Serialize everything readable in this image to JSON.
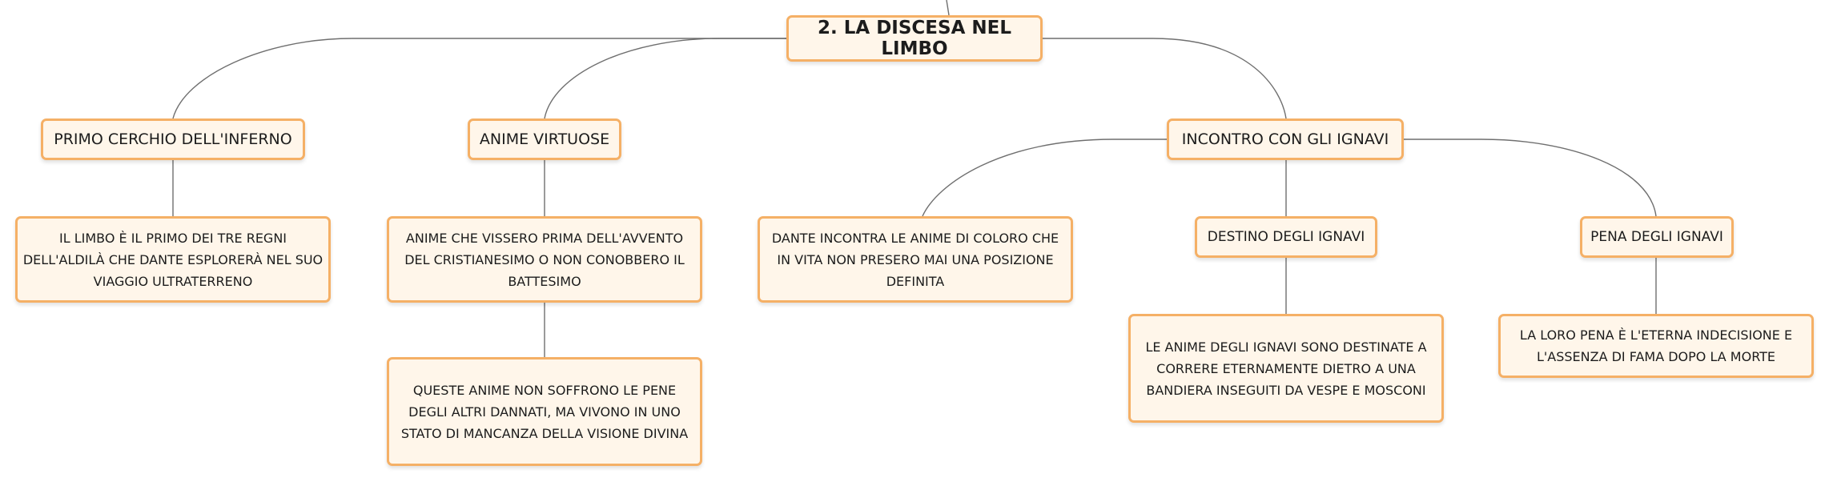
{
  "mindmap": {
    "root": {
      "label": "2. LA DISCESA NEL LIMBO"
    },
    "branches": [
      {
        "label": "PRIMO CERCHIO DELL'INFERNO",
        "children": [
          {
            "label": "IL LIMBO È IL PRIMO DEI TRE REGNI DELL'ALDILÀ CHE DANTE ESPLORERÀ NEL SUO VIAGGIO ULTRATERRENO"
          }
        ]
      },
      {
        "label": "ANIME VIRTUOSE",
        "children": [
          {
            "label": "ANIME CHE VISSERO PRIMA DELL'AVVENTO DEL CRISTIANESIMO O NON CONOBBERO IL BATTESIMO"
          },
          {
            "label": "QUESTE ANIME NON SOFFRONO LE PENE DEGLI ALTRI DANNATI, MA VIVONO IN UNO STATO DI MANCANZA DELLA VISIONE DIVINA"
          }
        ]
      },
      {
        "label": "INCONTRO CON GLI IGNAVI",
        "children": [
          {
            "label": "DANTE INCONTRA LE ANIME DI COLORO CHE IN VITA NON PRESERO MAI UNA POSIZIONE DEFINITA"
          },
          {
            "label": "DESTINO DEGLI IGNAVI",
            "children": [
              {
                "label": "LE ANIME DEGLI IGNAVI SONO DESTINATE A CORRERE ETERNAMENTE DIETRO A UNA BANDIERA INSEGUITI DA VESPE E MOSCONI"
              }
            ]
          },
          {
            "label": "PENA DEGLI IGNAVI",
            "children": [
              {
                "label": "LA LORO PENA È L'ETERNA INDECISIONE E L'ASSENZA DI FAMA DOPO LA MORTE"
              }
            ]
          }
        ]
      }
    ]
  },
  "colors": {
    "node_border": "#f5b066",
    "node_fill": "#fff6ea",
    "connector": "#6f6f6f"
  }
}
